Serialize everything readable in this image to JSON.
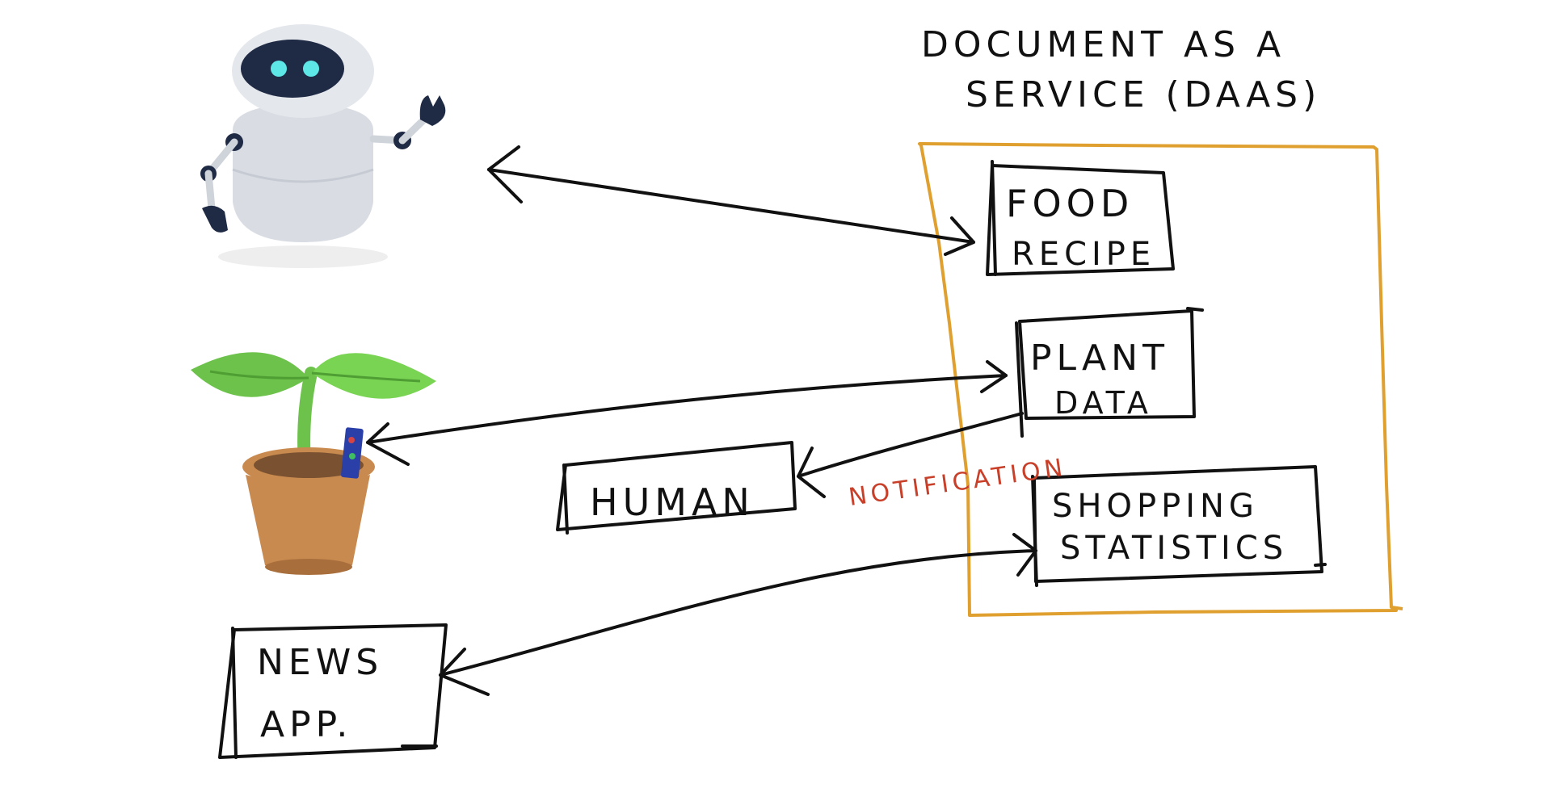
{
  "title": {
    "line1": "DOCUMENT AS A",
    "line2": "SERVICE (DAAS)"
  },
  "boxes": {
    "food_recipe": {
      "line1": "FOOD",
      "line2": "RECIPE"
    },
    "plant_data": {
      "line1": "PLANT",
      "line2": "DATA"
    },
    "shopping_statistics": {
      "line1": "SHOPPING",
      "line2": "STATISTICS"
    },
    "human": {
      "label": "HUMAN"
    },
    "news_app": {
      "line1": "NEWS",
      "line2": "APP."
    }
  },
  "notification_label": "NOTIFICATION",
  "icons": [
    "robot-icon",
    "potted-plant-icon"
  ],
  "colors": {
    "ink": "#111111",
    "daas_border": "#e0a030",
    "notification": "#c8402a",
    "robot_face": "#1f2a44",
    "robot_eyes": "#5ee7e7",
    "leaf": "#6cc24a",
    "pot": "#c98a4f",
    "sensor": "#2b3fa8"
  }
}
